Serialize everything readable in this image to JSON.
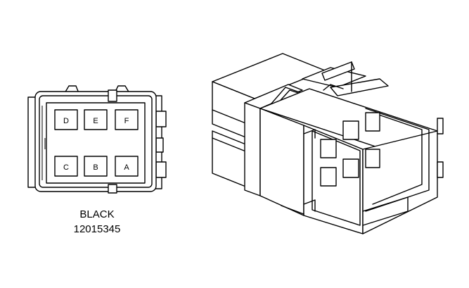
{
  "connector": {
    "color_label": "BLACK",
    "part_number": "12015345",
    "cavities": {
      "top_row": [
        "D",
        "E",
        "F"
      ],
      "bottom_row": [
        "C",
        "B",
        "A"
      ]
    }
  },
  "colors": {
    "line": "#000000",
    "background": "#ffffff"
  }
}
